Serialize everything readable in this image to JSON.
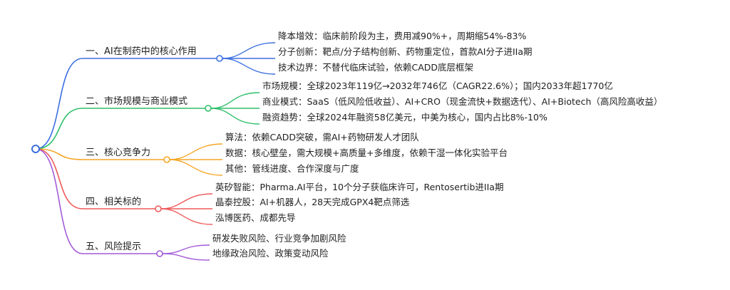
{
  "mindmap": {
    "branches": [
      {
        "label": "一、AI在制药中的核心作用",
        "color": "#3b6fe0",
        "children": [
          "降本增效：临床前阶段为主，费用减90%+，周期缩54%-83%",
          "分子创新：靶点/分子结构创新、药物重定位，首款AI分子进IIa期",
          "技术边界：不替代临床试验，依赖CADD底层框架"
        ]
      },
      {
        "label": "二、市场规模与商业模式",
        "color": "#2fbf6a",
        "children": [
          "市场规模：全球2023年119亿→2032年746亿（CAGR22.6%）；国内2033年超1770亿",
          "商业模式：SaaS（低风险低收益）、AI+CRO（现金流快+数据迭代）、AI+Biotech（高风险高收益）",
          "融资趋势：全球2024年融资58亿美元，中美为核心，国内占比8%-10%"
        ]
      },
      {
        "label": "三、核心竞争力",
        "color": "#f5a623",
        "children": [
          "算法：依赖CADD突破，需AI+药物研发人才团队",
          "数据：核心壁垒，需大规模+高质量+多维度，依赖干湿一体化实验平台",
          "其他：管线进度、合作深度与广度"
        ]
      },
      {
        "label": "四、相关标的",
        "color": "#ee5a5a",
        "children": [
          "英矽智能：Pharma.AI平台，10个分子获临床许可，Rentosertib进IIa期",
          "晶泰控股：AI+机器人，28天完成GPX4靶点筛选",
          "泓博医药、成都先导"
        ]
      },
      {
        "label": "五、风险提示",
        "color": "#a25ad8",
        "children": [
          "研发失败风险、行业竞争加剧风险",
          "地缘政治风险、政策变动风险"
        ]
      }
    ]
  }
}
